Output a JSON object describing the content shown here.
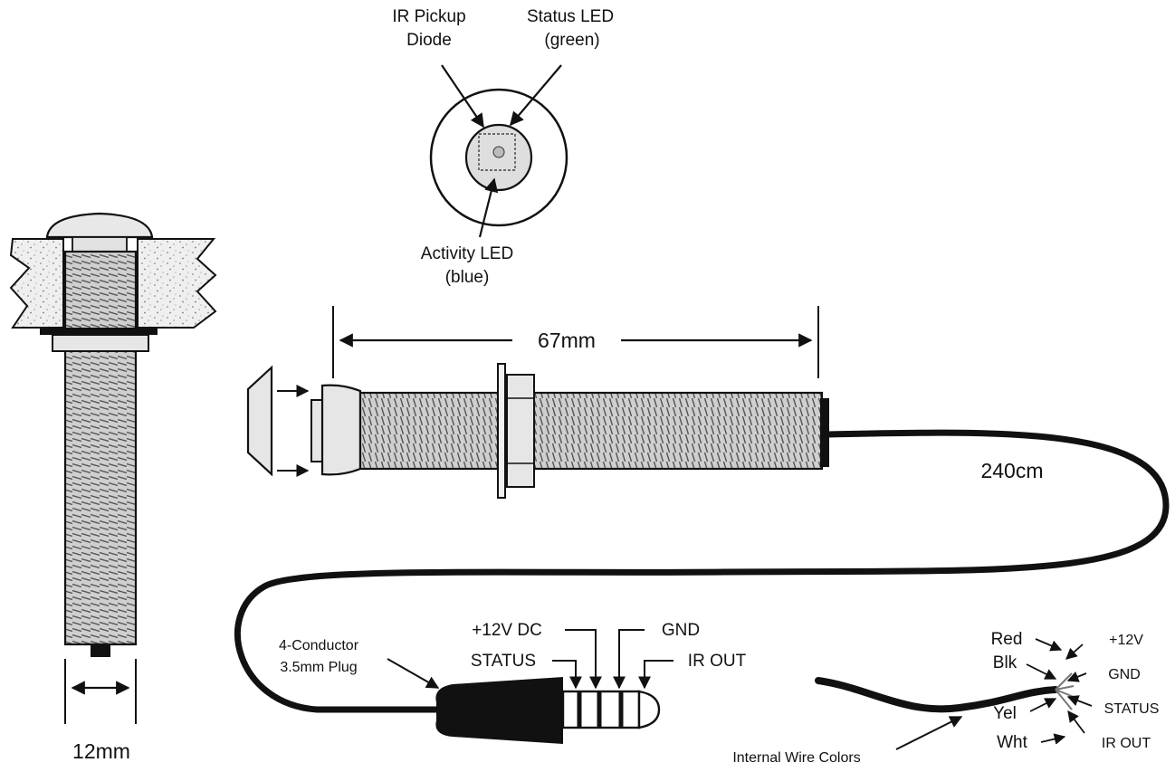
{
  "labels": {
    "ir_pickup_1": "IR Pickup",
    "ir_pickup_2": "Diode",
    "status_led_1": "Status LED",
    "status_led_2": "(green)",
    "activity_led_1": "Activity LED",
    "activity_led_2": "(blue)",
    "length": "67mm",
    "cable_length": "240cm",
    "diameter": "12mm",
    "plug_1": "4-Conductor",
    "plug_2": "3.5mm Plug",
    "pin_12v": "+12V DC",
    "pin_gnd": "GND",
    "pin_status": "STATUS",
    "pin_irout": "IR OUT",
    "wire_colors_caption": "Internal Wire Colors",
    "wire_red": "Red",
    "wire_blk": "Blk",
    "wire_yel": "Yel",
    "wire_wht": "Wht",
    "sig_12v": "+12V",
    "sig_gnd": "GND",
    "sig_status": "STATUS",
    "sig_irout": "IR OUT"
  },
  "colors": {
    "ink": "#111111",
    "metal": "#d8d8d8",
    "face": "#e6e6e6",
    "panel": "#f2f2f2"
  }
}
